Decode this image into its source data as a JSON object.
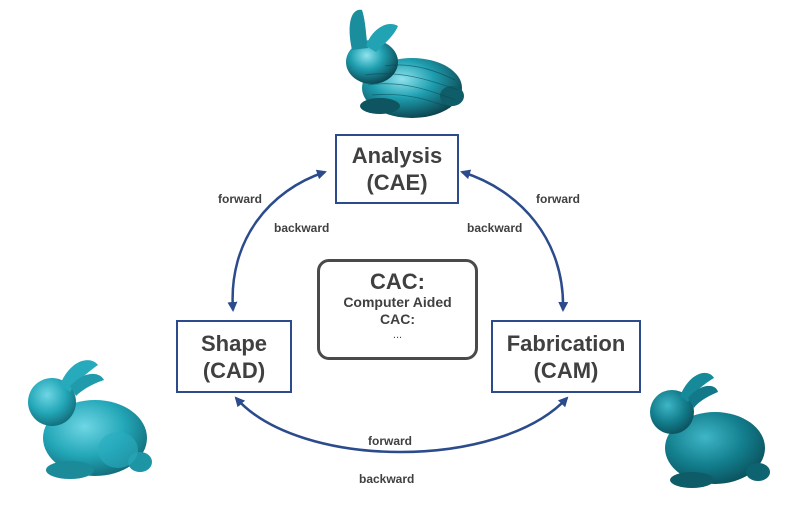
{
  "nodes": {
    "analysis": {
      "line1": "Analysis",
      "line2": "(CAE)"
    },
    "shape": {
      "line1": "Shape",
      "line2": "(CAD)"
    },
    "fabrication": {
      "line1": "Fabrication",
      "line2": "(CAM)"
    }
  },
  "center": {
    "title": "CAC:",
    "line1": "Computer Aided",
    "line2": "CAC:",
    "line3": "..."
  },
  "edges": {
    "left_forward": "forward",
    "left_backward": "backward",
    "right_forward": "forward",
    "right_backward": "backward",
    "bottom_forward": "forward",
    "bottom_backward": "backward"
  },
  "colors": {
    "arrow": "#2b4b8c",
    "box_border": "#2b4b8c",
    "text": "#404040",
    "bunny": "#1aa3b3"
  }
}
